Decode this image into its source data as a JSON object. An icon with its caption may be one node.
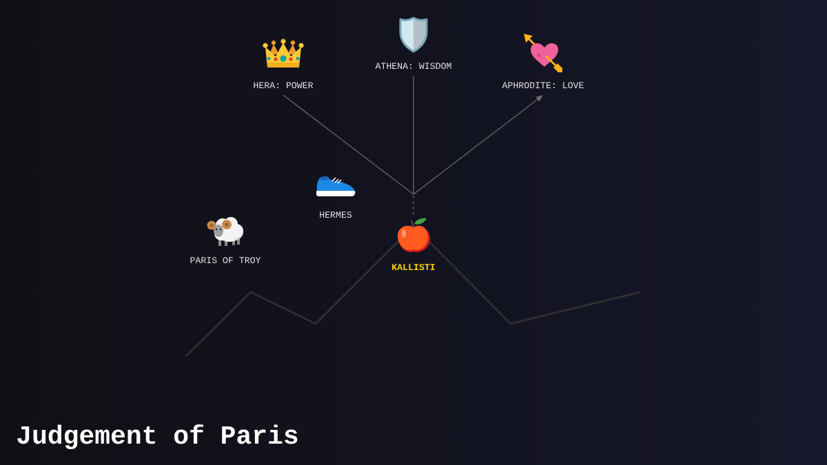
{
  "diagram": {
    "title": "Judgement of Paris",
    "nodes": [
      {
        "text": [
          "HERA: POWER"
        ]
      },
      {
        "text": [
          "ATHENA: WISDOM"
        ]
      },
      {
        "text": [
          "APHRODITE: LOVE"
        ]
      },
      {
        "text": [
          "HERMES"
        ]
      },
      {
        "text": [
          "PARIS OF TROY"
        ]
      },
      {
        "text": [
          "KALLISTI"
        ]
      }
    ],
    "edges": [
      {
        "from": 5,
        "to": 0,
        "arrow": "none"
      },
      {
        "from": 5,
        "to": 1,
        "arrow": "none"
      },
      {
        "from": 5,
        "to": 2,
        "arrow": "to"
      }
    ]
  }
}
